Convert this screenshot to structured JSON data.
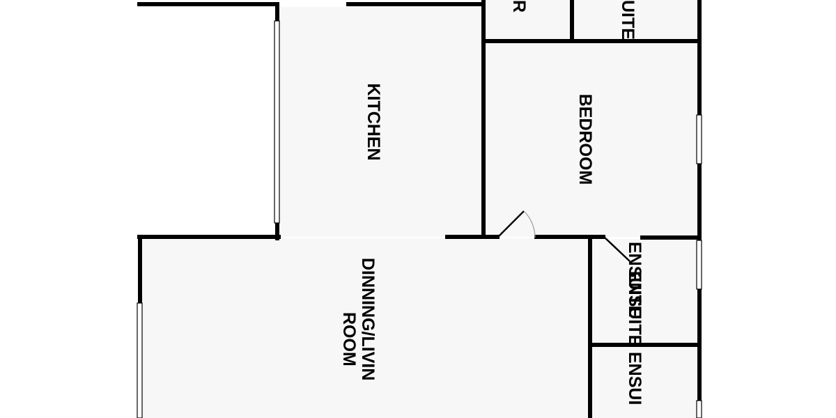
{
  "rooms": {
    "kitchen": "KITCHEN",
    "bedroom": "BEDROOM",
    "dining_line1": "DINNING/LIVIN",
    "dining_line2": "ROOM",
    "ensuite_1": "ENSUITE",
    "ensuite_2": "ENSUITE",
    "ensuite_3": "ENSUI",
    "top_ensuite_partial": "UITE",
    "top_partial": "R"
  }
}
